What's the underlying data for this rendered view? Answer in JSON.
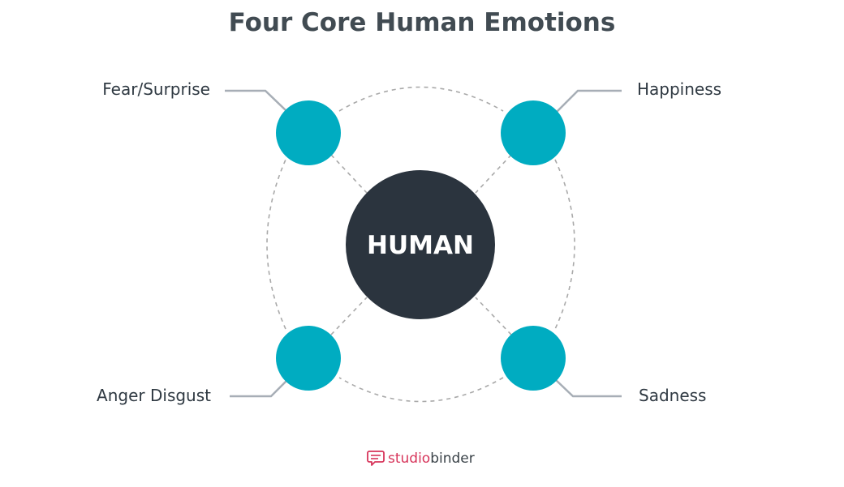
{
  "title": "Four Core Human Emotions",
  "center": {
    "label": "HUMAN"
  },
  "emotions": [
    {
      "label": "Fear/Surprise"
    },
    {
      "label": "Happiness"
    },
    {
      "label": "Anger Disgust"
    },
    {
      "label": "Sadness"
    }
  ],
  "brand": {
    "part1": "studio",
    "part2": "binder"
  },
  "colors": {
    "node": "#00acc1",
    "center": "#2b343e",
    "title": "#414b52",
    "connector": "#a7aeb6",
    "dashed": "#a9a9a9",
    "brand_accent": "#d7345a"
  },
  "icons": {
    "brand_logo": "speech-bubble-icon"
  }
}
